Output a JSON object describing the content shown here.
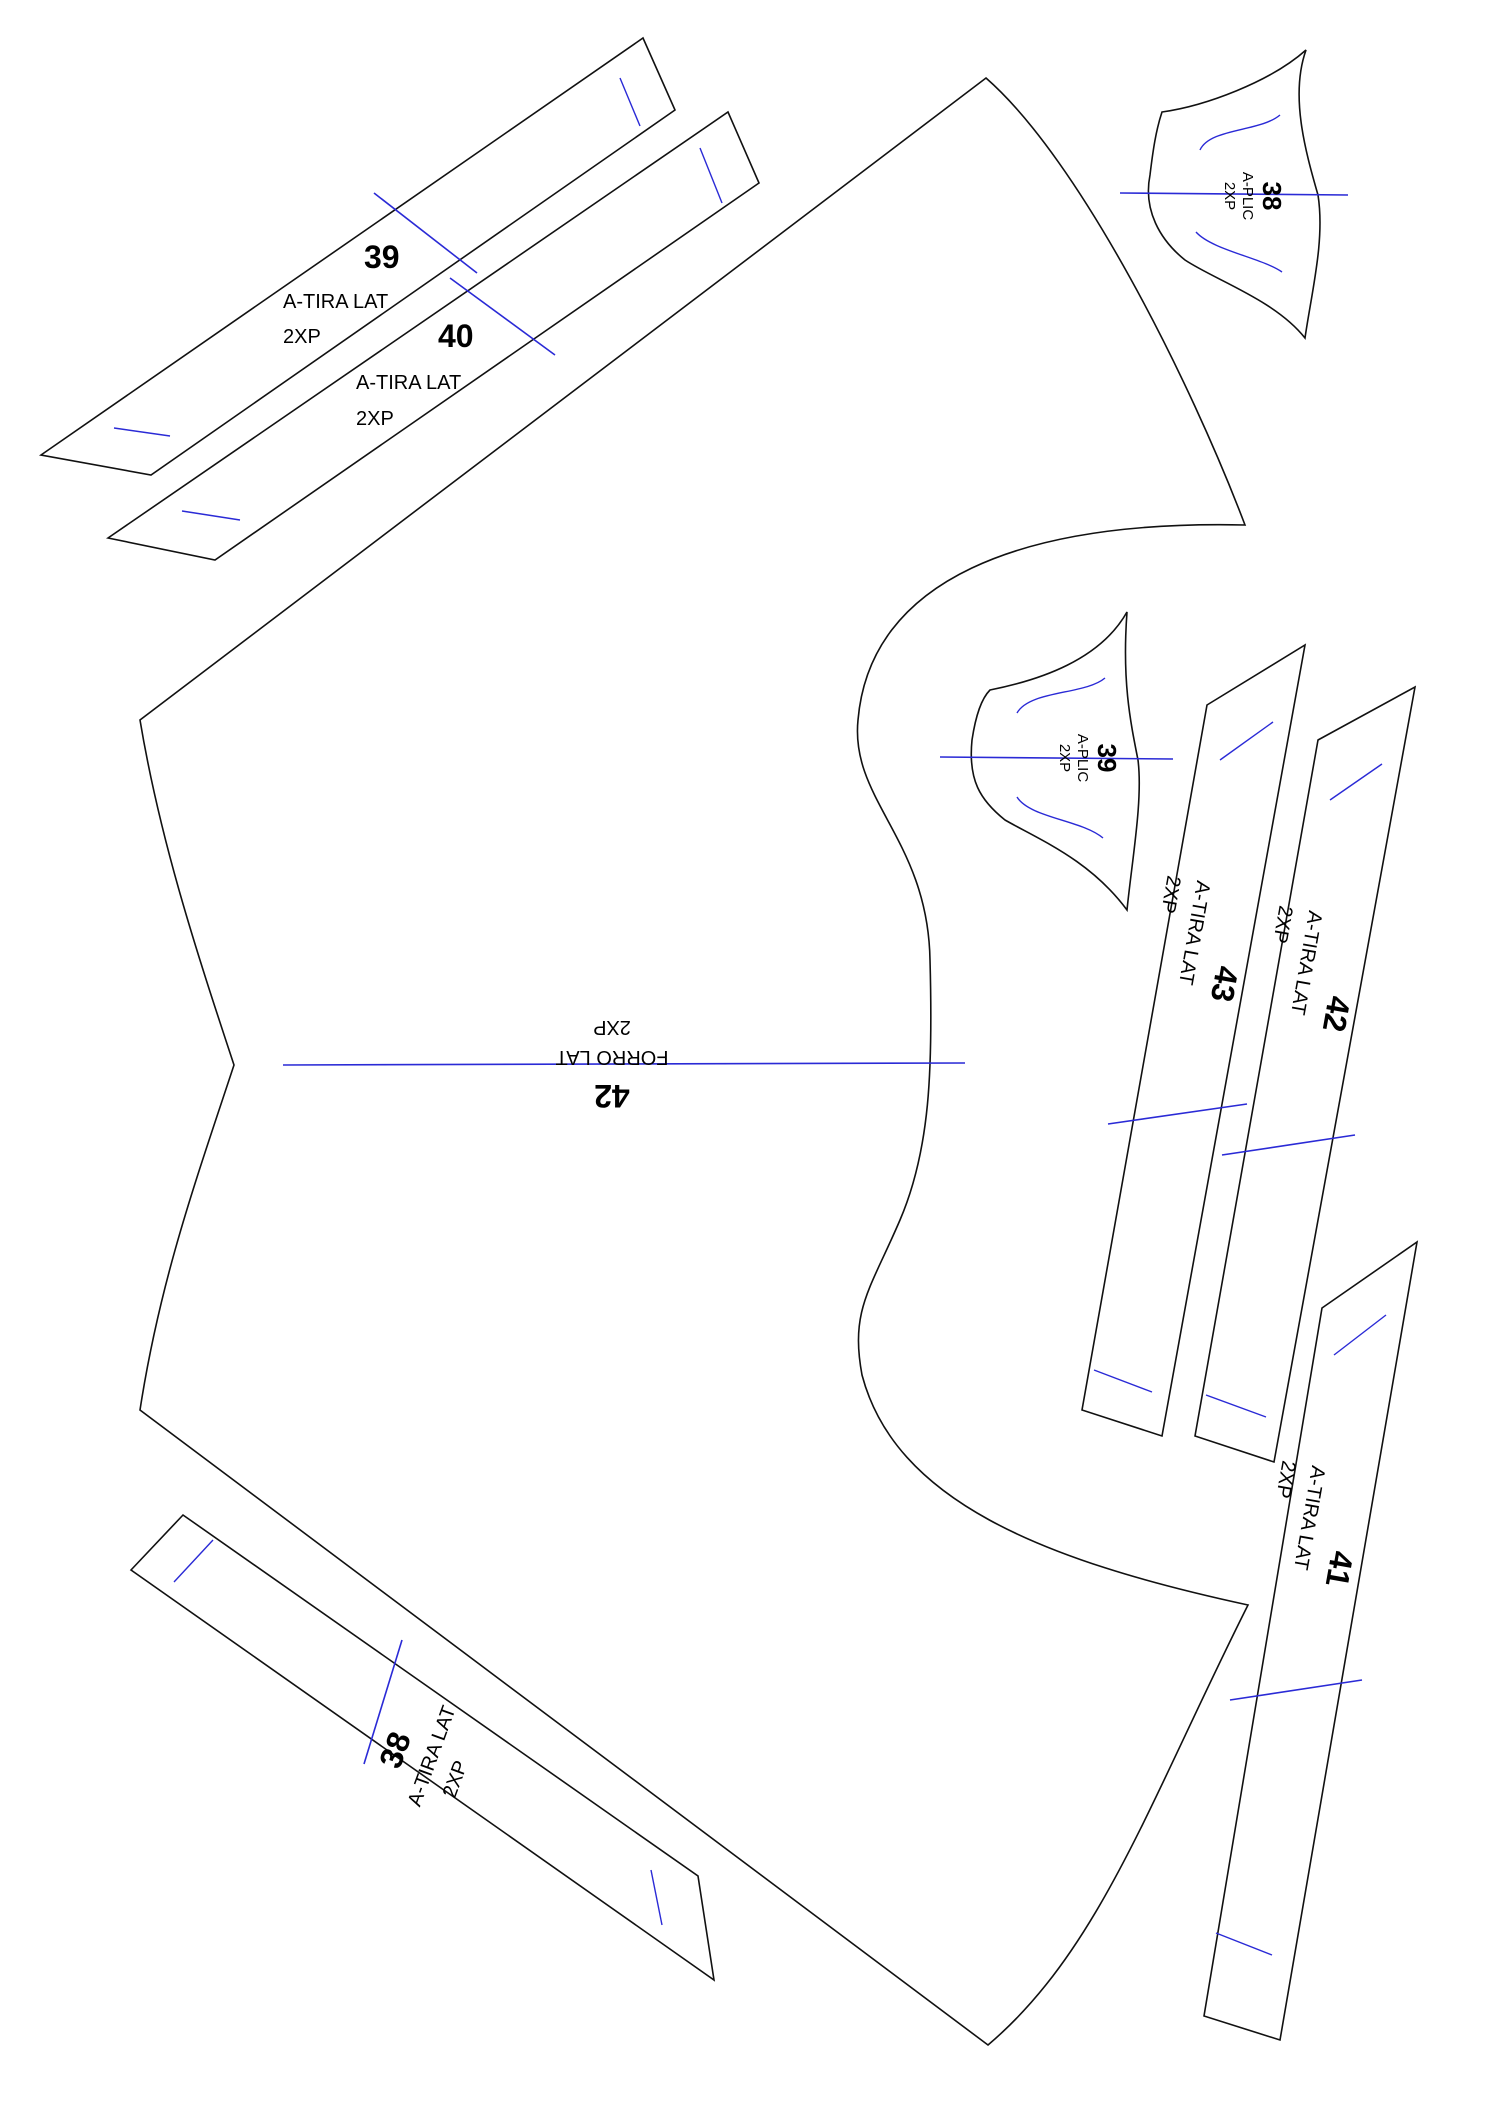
{
  "pieces": {
    "forro_lat_42": {
      "number": "42",
      "name": "FORRO LAT",
      "qty": "2XP"
    },
    "tira_39": {
      "number": "39",
      "name": "A-TIRA LAT",
      "qty": "2XP"
    },
    "tira_40": {
      "number": "40",
      "name": "A-TIRA LAT",
      "qty": "2XP"
    },
    "aplic_38": {
      "number": "38",
      "name": "A-PLIC",
      "qty": "2XP"
    },
    "aplic_39": {
      "number": "39",
      "name": "A-PLIC",
      "qty": "2XP"
    },
    "tira_43": {
      "number": "43",
      "name": "A-TIRA LAT",
      "qty": "2XP"
    },
    "tira_42": {
      "number": "42",
      "name": "A-TIRA LAT",
      "qty": "2XP"
    },
    "tira_41": {
      "number": "41",
      "name": "A-TIRA LAT",
      "qty": "2XP"
    },
    "tira_38": {
      "number": "38",
      "name": "A-TIRA LAT",
      "qty": "2XP"
    }
  },
  "colors": {
    "outline": "#111111",
    "grainline": "#2a2ad6",
    "background": "#ffffff"
  }
}
